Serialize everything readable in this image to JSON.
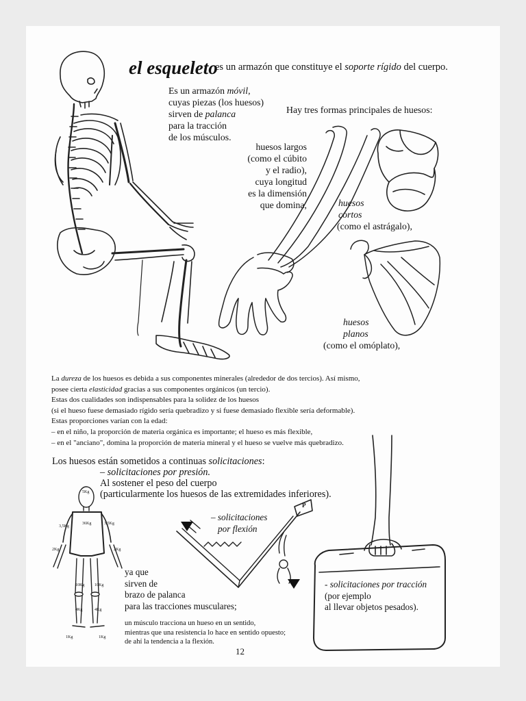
{
  "header": {
    "title": "el esqueleto",
    "title_rest_1": "es un armazón que constituye el ",
    "title_rest_em": "soporte rígido",
    "title_rest_2": " del cuerpo."
  },
  "movil_text": {
    "l1a": "Es un armazón ",
    "l1em": "móvil",
    "l1b": ",",
    "l2": "cuyas piezas (los huesos)",
    "l3a": "sirven de ",
    "l3em": "palanca",
    "l4": "para la tracción",
    "l5": "de los músculos."
  },
  "forms_heading": "Hay tres formas principales de huesos:",
  "huesos_largos": {
    "l1": "huesos largos",
    "l2": "(como el cúbito",
    "l3": "y el radio),",
    "l4": "cuya longitud",
    "l5": "es la dimensión",
    "l6": "que domina,"
  },
  "huesos_cortos": {
    "l1": "huesos",
    "l2": "cortos",
    "l3": "(como el astrágalo),"
  },
  "huesos_planos": {
    "l1": "huesos",
    "l2": "planos",
    "l3": "(como el omóplato),"
  },
  "dureza_paragraph": {
    "l1a": "La ",
    "l1em": "dureza",
    "l1b": " de los huesos es debida a sus componentes minerales (alrededor de dos tercios). Así mismo,",
    "l2a": "posee cierta ",
    "l2em": "elasticidad",
    "l2b": " gracias a sus componentes orgánicos (un tercio).",
    "l3": "Estas dos cualidades son indispensables para la solidez de los huesos",
    "l4": "(si el hueso fuese demasiado rígido sería quebradizo y si fuese demasiado flexible sería deformable).",
    "l5": "Estas proporciones varían con la edad:",
    "l6": "– en el niño, la proporción de materia orgánica es importante; el hueso es más flexible,",
    "l7": "– en el \"anciano\", domina la proporción de materia mineral y el hueso se vuelve más quebradizo."
  },
  "solicitaciones": {
    "l1a": "Los huesos están sometidos a continuas ",
    "l1em": "solicitaciones",
    "presion": "– solicitaciones por presión.",
    "presion_l2": "Al sostener el peso del cuerpo",
    "presion_l3": "(particularmente los huesos de las extremidades inferiores).",
    "flexion_l1": "– solicitaciones",
    "flexion_l2": "por flexión",
    "palanca_l1": "ya que",
    "palanca_l2": "sirven de",
    "palanca_l3": "brazo de palanca",
    "palanca_l4": "para las tracciones musculares;",
    "musculo_l1": "un músculo tracciona un hueso en un sentido,",
    "musculo_l2": "mientras que una resistencia lo hace en sentido opuesto;",
    "musculo_l3": "de ahí la tendencia a la flexión.",
    "traccion_l1": "- solicitaciones por tracción",
    "traccion_l2": "(por ejemplo",
    "traccion_l3": "al llevar objetos pesados)."
  },
  "mannequin_labels": {
    "head": "5Kg",
    "torso": "36Kg",
    "arm_left": "3,5Kg",
    "arm_right": "3,5Kg",
    "forearm_left": "2Kg",
    "forearm_right": "2Kg",
    "thigh_left": "10Kg",
    "thigh_right": "10Kg",
    "leg_left": "4Kg",
    "leg_right": "4Kg",
    "foot_left": "1Kg",
    "foot_right": "1Kg"
  },
  "weight_label": "P",
  "page_number": "12"
}
